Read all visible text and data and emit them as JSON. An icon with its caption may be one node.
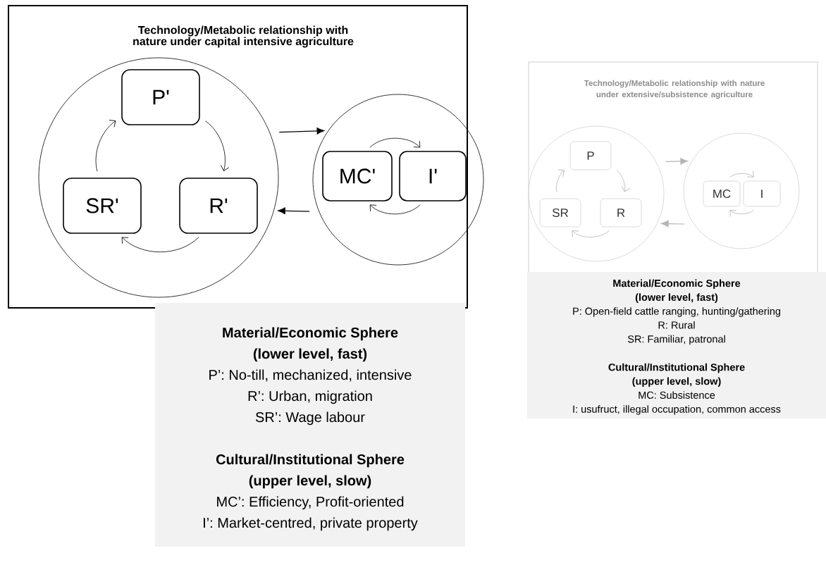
{
  "diagram": {
    "nodes": [
      {
        "text": [
          "Technology/Metabolic relationship with nature under capital intensive agriculture"
        ]
      },
      {
        "text": [],
        "shape": "circle",
        "in": 0
      },
      {
        "text": [
          "P'"
        ],
        "in": 1
      },
      {
        "text": [
          "SR'"
        ],
        "in": 1
      },
      {
        "text": [
          "R'"
        ],
        "in": 1
      },
      {
        "text": [],
        "shape": "circle"
      },
      {
        "text": [
          "MC'"
        ],
        "in": 5
      },
      {
        "text": [
          "I'"
        ],
        "in": 5
      },
      {
        "text": [
          "Material/Economic Sphere",
          "(lower level, fast)",
          "P’: No-till, mechanized, intensive",
          "R’: Urban, migration",
          "SR’: Wage labour",
          "Cultural/Institutional Sphere",
          "(upper level, slow)",
          "MC’: Efficiency, Profit-oriented",
          "I’: Market-centred, private property"
        ]
      },
      {
        "text": [
          "Technology/Metabolic relationship with nature under extensive/subsistence agriculture"
        ]
      },
      {
        "text": [],
        "shape": "circle",
        "in": 9
      },
      {
        "text": [
          "P"
        ],
        "in": 10
      },
      {
        "text": [
          "SR"
        ],
        "in": 10
      },
      {
        "text": [
          "R"
        ],
        "in": 10
      },
      {
        "text": [],
        "shape": "circle",
        "in": 9
      },
      {
        "text": [
          "MC"
        ],
        "in": 14
      },
      {
        "text": [
          "I"
        ],
        "in": 14
      },
      {
        "text": [
          "Material/Economic Sphere",
          "(lower level, fast)",
          "P: Open-field cattle ranging, hunting/gathering",
          "R: Rural",
          "SR: Familiar, patronal",
          "Cultural/Institutional Sphere",
          "(upper level, slow)",
          "MC: Subsistence",
          "I: usufruct, illegal occupation, common access"
        ]
      }
    ],
    "edges": [
      {
        "from": 2,
        "to": 4,
        "arrow": "to"
      },
      {
        "from": 4,
        "to": 3,
        "arrow": "to"
      },
      {
        "from": 3,
        "to": 2,
        "arrow": "to"
      },
      {
        "from": 1,
        "to": 5,
        "arrow": "to"
      },
      {
        "from": 5,
        "to": 1,
        "arrow": "to"
      },
      {
        "from": 6,
        "to": 7,
        "arrow": "to"
      },
      {
        "from": 7,
        "to": 6,
        "arrow": "to"
      },
      {
        "from": 11,
        "to": 13,
        "arrow": "to",
        "color": "#b4b4b4"
      },
      {
        "from": 13,
        "to": 12,
        "arrow": "to",
        "color": "#b4b4b4"
      },
      {
        "from": 12,
        "to": 11,
        "arrow": "to",
        "color": "#b4b4b4"
      },
      {
        "from": 10,
        "to": 14,
        "arrow": "to",
        "color": "#b4b4b4"
      },
      {
        "from": 14,
        "to": 10,
        "arrow": "to",
        "color": "#b4b4b4"
      },
      {
        "from": 15,
        "to": 16,
        "arrow": "to",
        "color": "#b4b4b4"
      },
      {
        "from": 16,
        "to": 15,
        "arrow": "to",
        "color": "#b4b4b4"
      }
    ]
  }
}
